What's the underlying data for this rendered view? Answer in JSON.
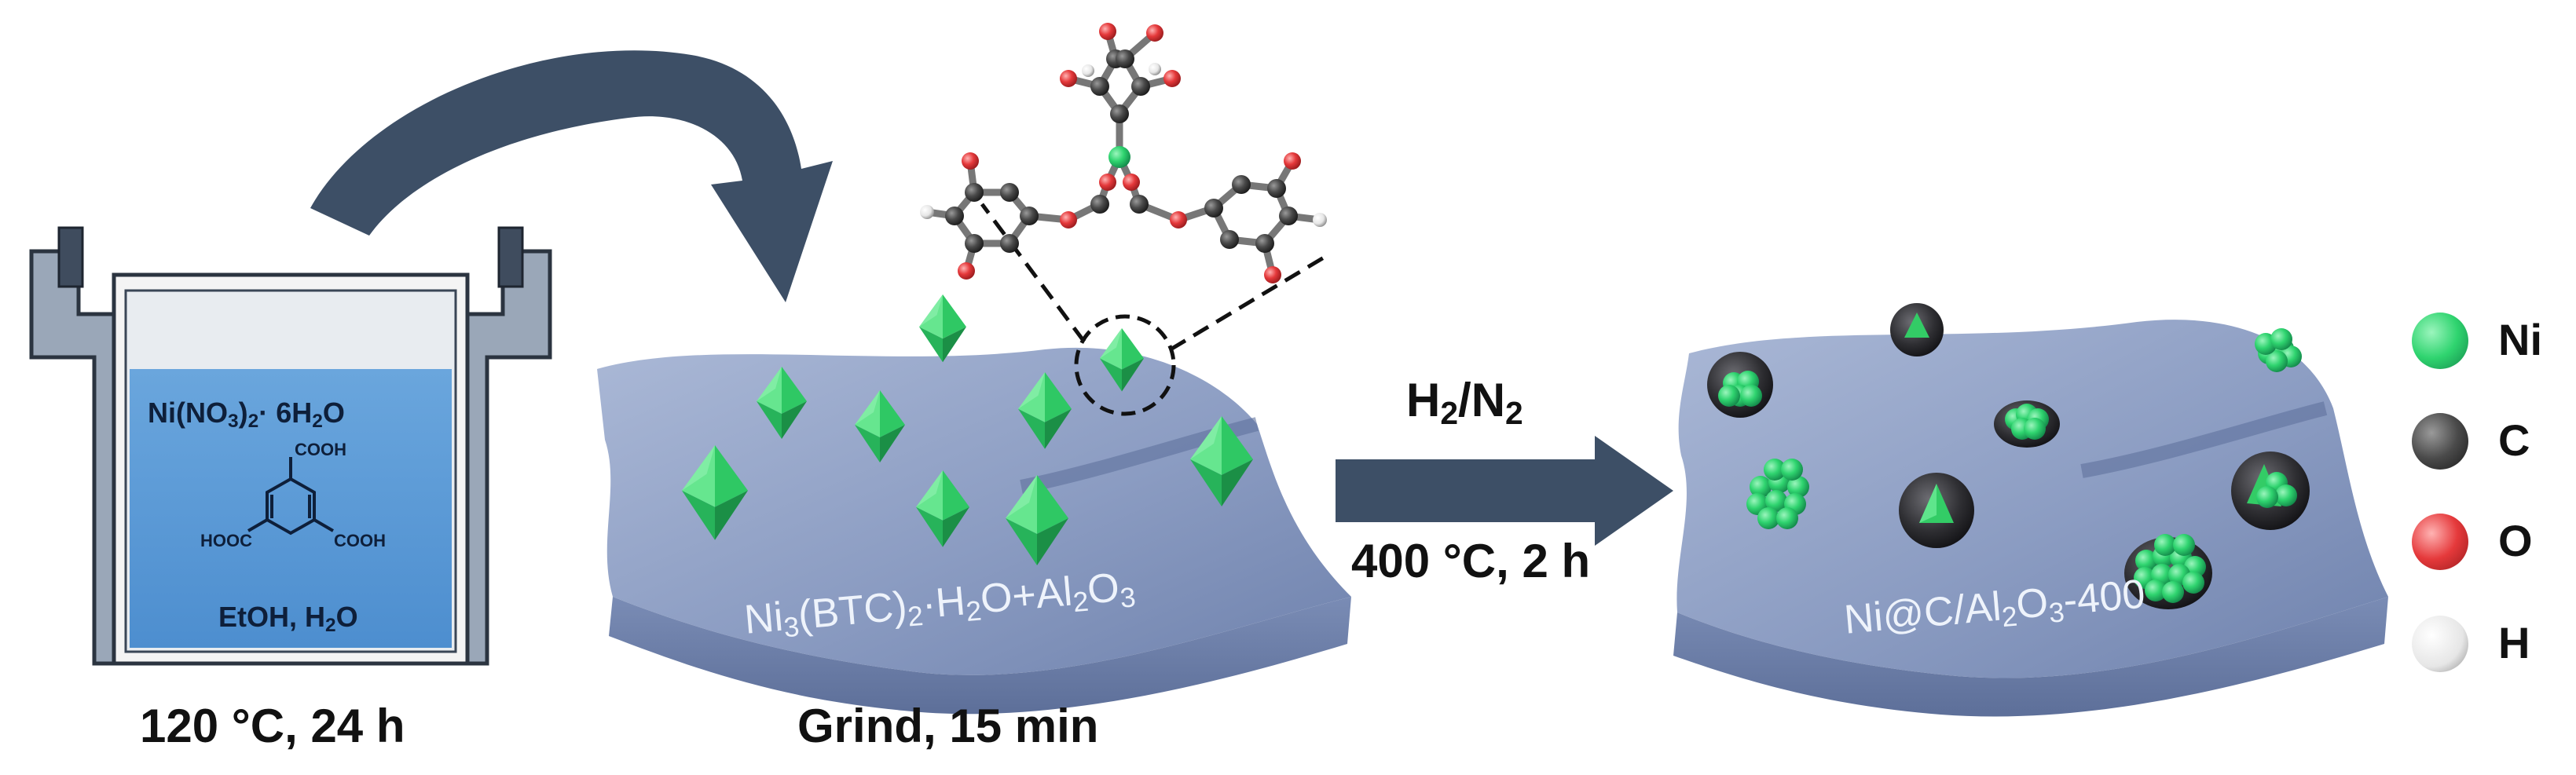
{
  "reactor": {
    "reagent_metal": "Ni(NO",
    "reagent_metal_sub1": "3",
    "reagent_metal_mid": ")",
    "reagent_metal_sub2": "2",
    "reagent_metal_end": "· 6H",
    "reagent_metal_sub3": "2",
    "reagent_metal_tail": "O",
    "linker_group_top": "COOH",
    "linker_group_left": "HOOC",
    "linker_group_right": "COOH",
    "solvent": "EtOH, H",
    "solvent_sub": "2",
    "solvent_tail": "O",
    "condition": "120 °C, 24 h"
  },
  "precursor": {
    "label_a": "Ni",
    "label_a_sub": "3",
    "label_b": "(BTC)",
    "label_b_sub": "2",
    "label_c": "·H",
    "label_c_sub": "2",
    "label_d": "O+Al",
    "label_d_sub": "2",
    "label_e": "O",
    "label_e_sub": "3",
    "condition": "Grind, 15 min"
  },
  "treatment": {
    "gas": "H",
    "gas_sub1": "2",
    "gas_mid": "/N",
    "gas_sub2": "2",
    "condition": "400 °C, 2 h"
  },
  "product": {
    "label_a": "Ni@C/Al",
    "label_a_sub": "2",
    "label_b": "O",
    "label_b_sub": "3",
    "label_c": "-400"
  },
  "legend": [
    {
      "label": "Ni",
      "color": "#22d36b"
    },
    {
      "label": "C",
      "color": "#444444"
    },
    {
      "label": "O",
      "color": "#e5393b"
    },
    {
      "label": "H",
      "color": "#f2f2f2"
    }
  ],
  "colors": {
    "plate": "#8fa3c8",
    "arrow": "#3d4f66",
    "crystal": "#33cc66",
    "shell": "#2f2f33"
  }
}
